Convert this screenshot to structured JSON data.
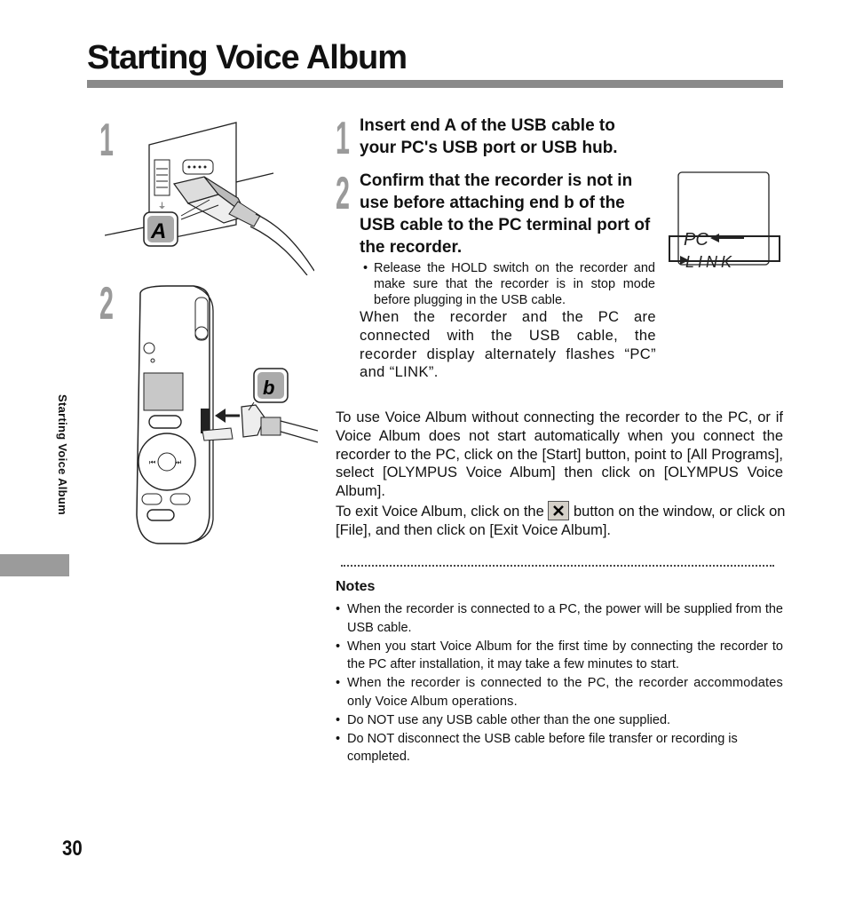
{
  "header": {
    "title": "Starting Voice Album"
  },
  "side": {
    "section_label": "Starting Voice Album",
    "page_number": "30"
  },
  "figures": {
    "fig1_number": "1",
    "fig2_number": "2",
    "label_a": "A",
    "label_b": "b"
  },
  "steps": [
    {
      "number": "1",
      "heading": "Insert end A of the USB cable to your PC's USB port or USB hub."
    },
    {
      "number": "2",
      "heading": "Confirm that the recorder is not in use before attaching end b of the USB cable to the PC terminal port of the recorder.",
      "bullet": "Release the HOLD switch on the recorder and make sure that the recorder is in stop mode before plugging in the USB cable.",
      "description": "When the recorder and the PC are connected with the USB cable, the recorder display alternately flashes “PC” and “LINK”."
    }
  ],
  "display": {
    "line1": "PC",
    "line2": "LINK"
  },
  "paragraphs": {
    "p1": "To use Voice Album without connecting the recorder to the PC, or if Voice Album does not start automatically when you connect the recorder to the PC, click on the [Start] button, point to [All Programs], select [OLYMPUS Voice Album] then click on [OLYMPUS Voice Album].",
    "p2_before": "To exit Voice Album, click on the",
    "p2_after": "button on the window, or click on [File], and then click on [Exit Voice Album]."
  },
  "notes": {
    "heading": "Notes",
    "items": [
      "When the recorder is connected to a PC, the power will be supplied from the USB cable.",
      "When you start Voice Album for the first time by connecting the recorder to the PC after installation, it may take a few minutes to start.",
      "When the recorder is connected to the PC, the recorder accommodates only Voice Album operations.",
      "Do NOT use any USB cable other than the one supplied.",
      "Do NOT disconnect the USB cable before file transfer or recording is completed."
    ]
  },
  "icons": {
    "close_button": "close-x-icon"
  }
}
